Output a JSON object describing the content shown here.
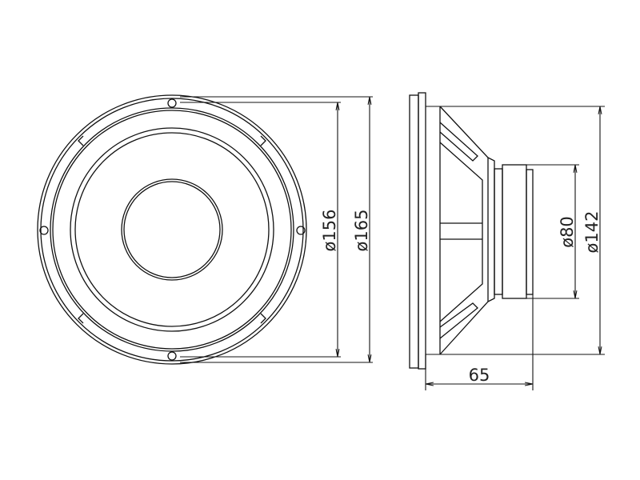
{
  "drawing": {
    "front_view": {
      "dimensions": [
        {
          "label": "ø156",
          "value_mm": 156
        },
        {
          "label": "ø165",
          "value_mm": 165
        }
      ]
    },
    "side_view": {
      "dimensions": [
        {
          "label": "ø80",
          "value_mm": 80
        },
        {
          "label": "ø142",
          "value_mm": 142
        },
        {
          "label": "65",
          "value_mm": 65
        }
      ]
    },
    "line_color": "#111111",
    "background": "#ffffff"
  }
}
